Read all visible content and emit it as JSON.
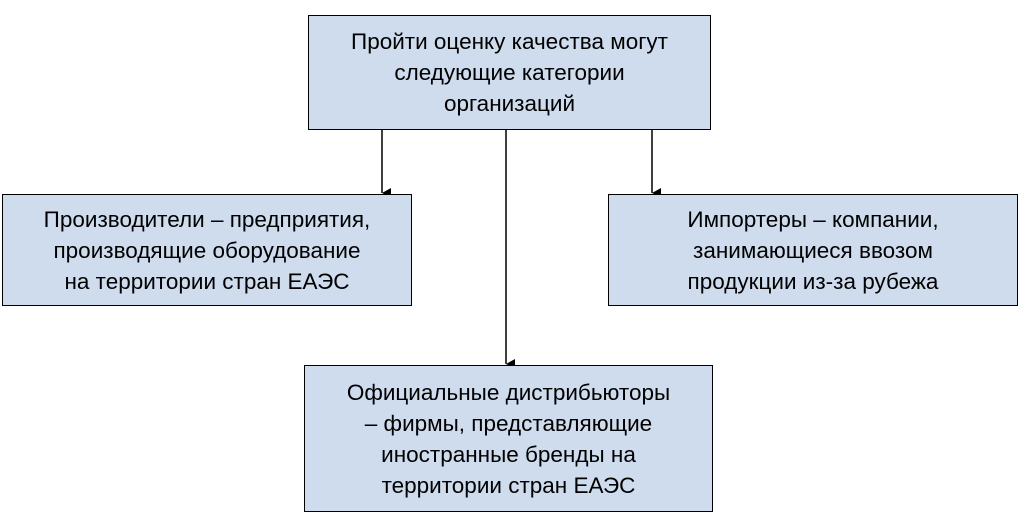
{
  "diagram": {
    "root": {
      "lines": [
        "Пройти оценку качества могут",
        "следующие категории",
        "организаций"
      ]
    },
    "producers": {
      "lines": [
        "Производители – предприятия,",
        "производящие оборудование",
        "на территории стран ЕАЭС"
      ]
    },
    "importers": {
      "lines": [
        "Импортеры – компании,",
        "занимающиеся ввозом",
        "продукции из-за рубежа"
      ]
    },
    "distributors": {
      "lines": [
        "Официальные дистрибьюторы",
        "– фирмы, представляющие",
        "иностранные бренды на",
        "территории стран ЕАЭС"
      ]
    }
  },
  "colors": {
    "box_fill": "#cfdcee",
    "box_border": "#000000",
    "connector": "#000000"
  }
}
